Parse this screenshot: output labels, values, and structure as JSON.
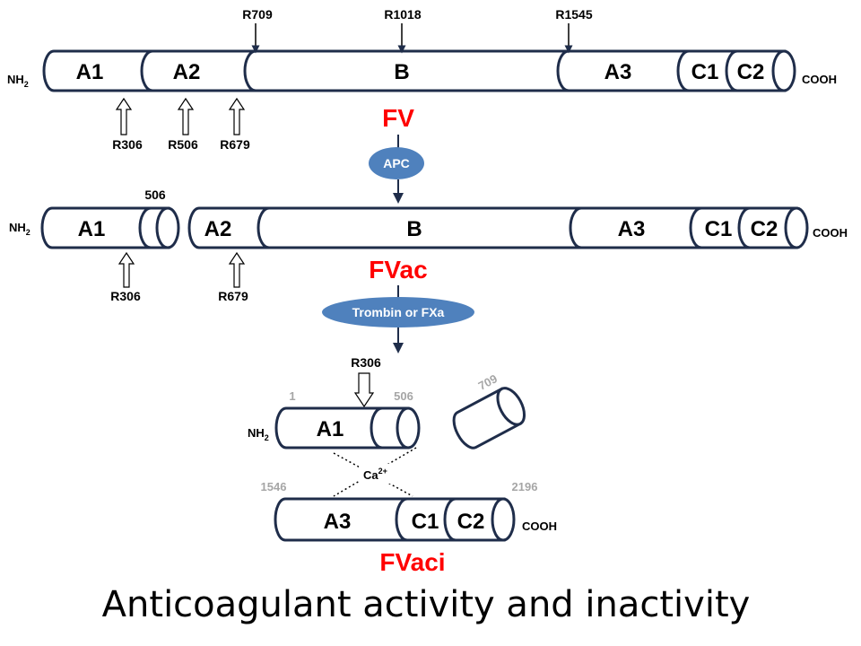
{
  "colors": {
    "outline": "#1f2d4a",
    "state_label": "#ff0000",
    "cleavage_highlight": "#e0006f",
    "residue_gray": "#a6a6a6",
    "enzyme_fill": "#4f81bd",
    "flow_arrow": "#1f2d4a"
  },
  "terminals": {
    "n": "NH",
    "n_sub": "2",
    "c": "COOH"
  },
  "fv": {
    "label": "FV",
    "domains": [
      "A1",
      "A2",
      "B",
      "A3",
      "C1",
      "C2"
    ],
    "top_sites": [
      "R709",
      "R1018",
      "R1545"
    ],
    "bottom_sites": [
      "R306",
      "R506",
      "R679"
    ]
  },
  "enzyme1": {
    "label": "APC"
  },
  "fvac": {
    "label": "FVac",
    "fragment1_domains": [
      "A1"
    ],
    "fragment1_end": "506",
    "fragment2_domains": [
      "A2",
      "B",
      "A3",
      "C1",
      "C2"
    ],
    "bottom_sites": [
      "R306",
      "R679"
    ]
  },
  "enzyme2": {
    "label": "Trombin or FXa"
  },
  "fvaci": {
    "label": "FVaci",
    "heavy_site": "R306",
    "heavy_start": "1",
    "heavy_end": "506",
    "heavy_domain": "A1",
    "released_fragment": "709",
    "ion": "Ca",
    "ion_charge": "2+",
    "light_start": "1546",
    "light_end": "2196",
    "light_domains": [
      "A3",
      "C1",
      "C2"
    ]
  },
  "footer": {
    "caption": "Anticoagulant activity and inactivity"
  }
}
